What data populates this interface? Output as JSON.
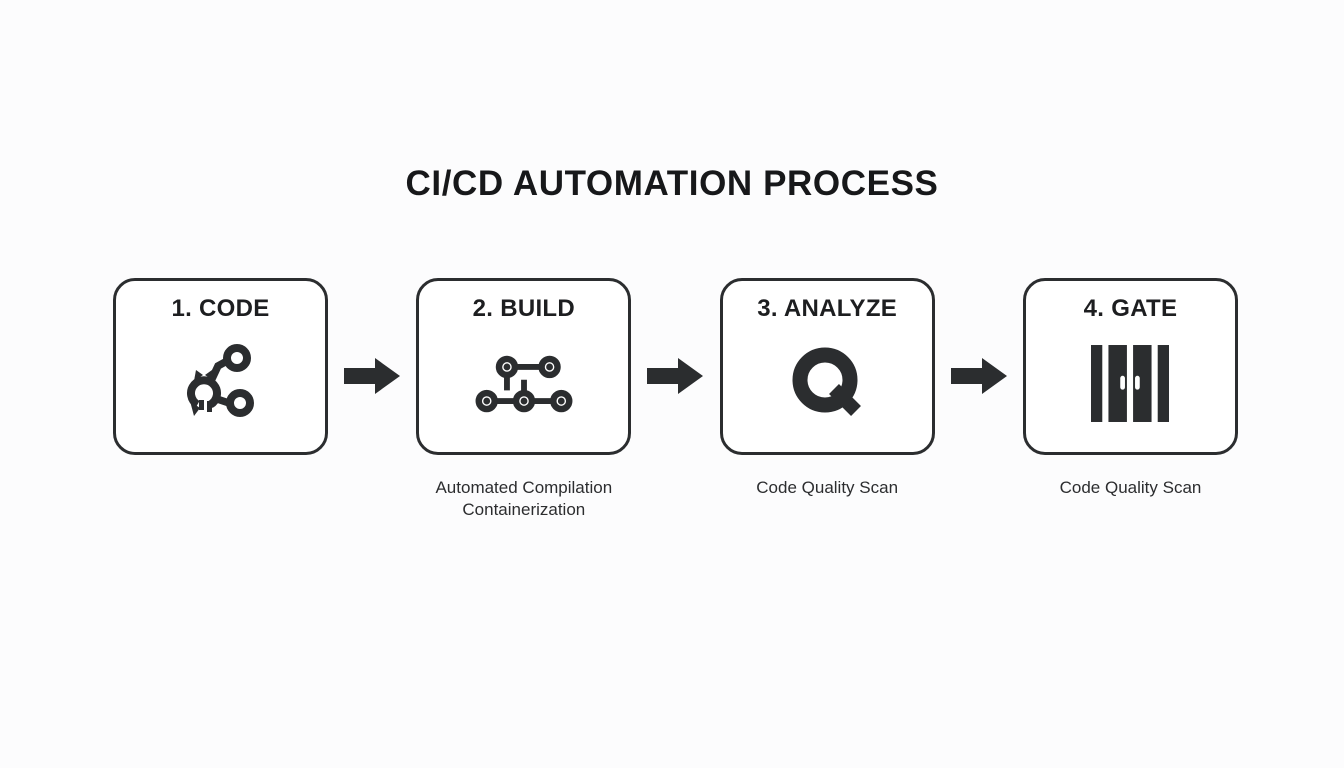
{
  "title": "CI/CD AUTOMATION PROCESS",
  "colors": {
    "ink": "#2b2d2f",
    "background": "#fcfcfd",
    "title": "#17181a",
    "caption": "#2c2d2f",
    "boxfill": "#ffffff"
  },
  "steps": [
    {
      "label": "1. CODE",
      "icon": "git-branch-icon",
      "caption": ""
    },
    {
      "label": "2. BUILD",
      "icon": "pipeline-nodes-icon",
      "caption": "Automated Compilation\nContainerization"
    },
    {
      "label": "3. ANALYZE",
      "icon": "quality-scan-q-icon",
      "caption": "Code Quality Scan"
    },
    {
      "label": "4. GATE",
      "icon": "quality-gate-icon",
      "caption": "Code Quality Scan"
    }
  ],
  "arrow": {
    "direction": "right",
    "icon": "right-arrow-icon"
  }
}
